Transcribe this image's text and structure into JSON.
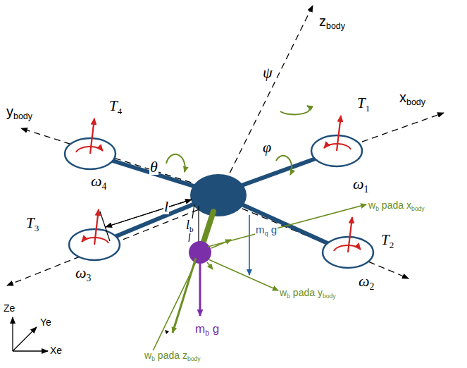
{
  "diagram": {
    "labels": [
      "z",
      "body",
      "ψ",
      "y",
      "body",
      "x",
      "body",
      "T",
      "4",
      "T",
      "1",
      "T",
      "3",
      "T",
      "2",
      "ω",
      "4",
      "ω",
      "1",
      "ω",
      "3",
      "ω",
      "2",
      "θ",
      "φ",
      "l",
      "l",
      "b",
      "m",
      "q",
      "g",
      "w",
      "b",
      "pada x",
      "body",
      "w",
      "b",
      "pada y",
      "body",
      "w",
      "b",
      "pada z",
      "body",
      "m",
      "b",
      "g",
      "Ze",
      "Ye",
      "Xe"
    ]
  }
}
